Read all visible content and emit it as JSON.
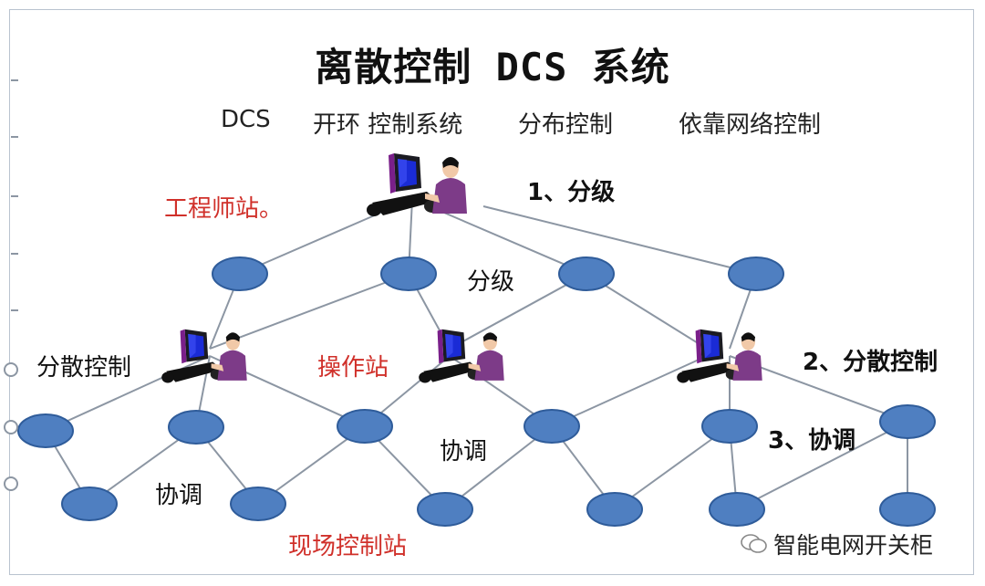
{
  "title": "离散控制 DCS 系统",
  "subtitle": {
    "c1": "DCS",
    "c2": "开环  控制系统",
    "c3": "分布控制",
    "c4": "依靠网络控制"
  },
  "labels": {
    "engineer_station": "工程师站。",
    "level_1": "1、分级",
    "level_mid": "分级",
    "decentralized_left": "分散控制",
    "operator_station": "操作站",
    "decentralized_2": "2、分散控制",
    "coordinate_mid": "协调",
    "coordinate_3": "3、协调",
    "coordinate_left": "协调",
    "field_station": "现场控制站"
  },
  "watermark": "智能电网开关柜",
  "colors": {
    "node_fill": "#4f7fc1",
    "node_stroke": "#2f5c9a",
    "edge": "#8c96a3",
    "label_red": "#d0302a",
    "frame": "#b9c3cf"
  }
}
